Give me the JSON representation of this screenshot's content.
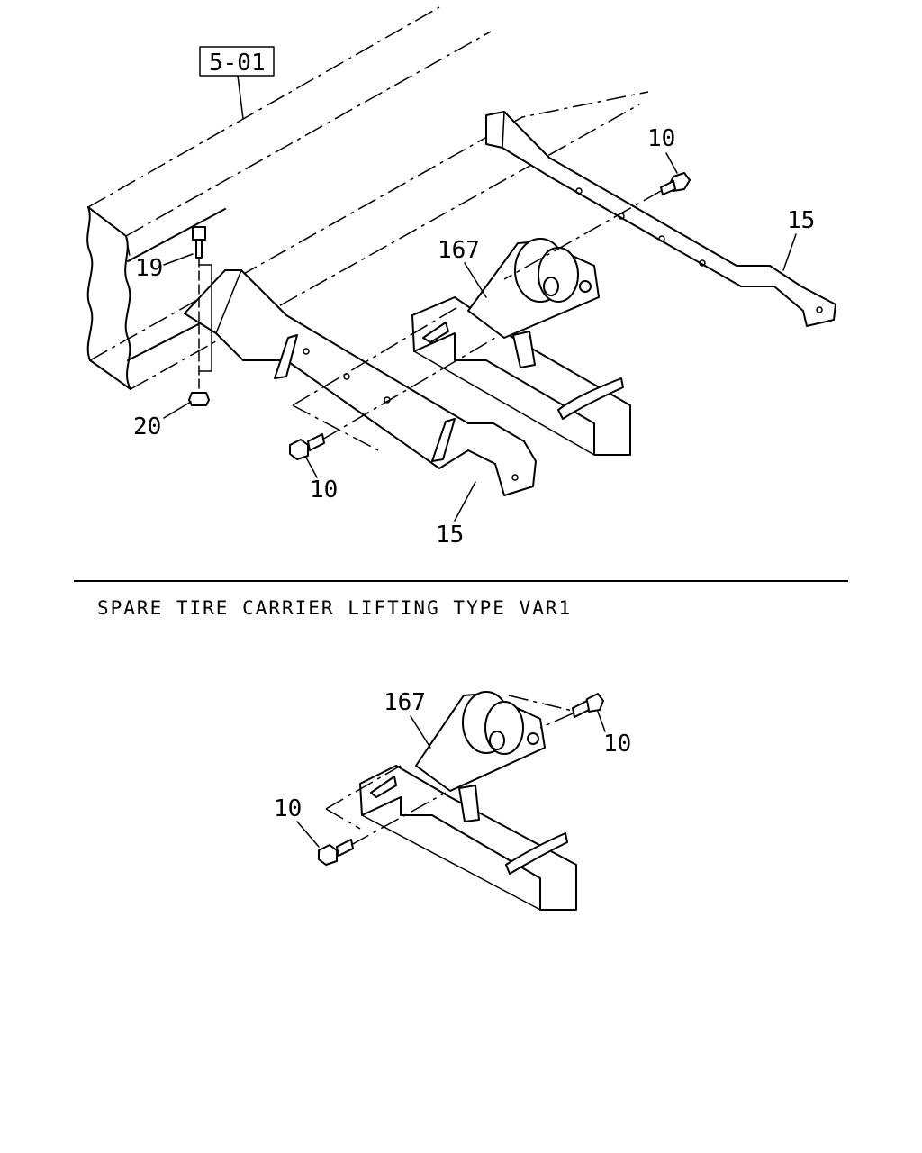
{
  "diagram": {
    "reference_box": "5-01",
    "section_label": "SPARE TIRE CARRIER LIFTING TYPE VAR1",
    "upper_callouts": {
      "bolt_top_right": "10",
      "bracket_right": "15",
      "winch": "167",
      "bolt_vertical": "19",
      "nut": "20",
      "bolt_left": "10",
      "bracket_left": "15"
    },
    "lower_callouts": {
      "winch": "167",
      "bolt_right": "10",
      "bolt_left": "10"
    }
  }
}
